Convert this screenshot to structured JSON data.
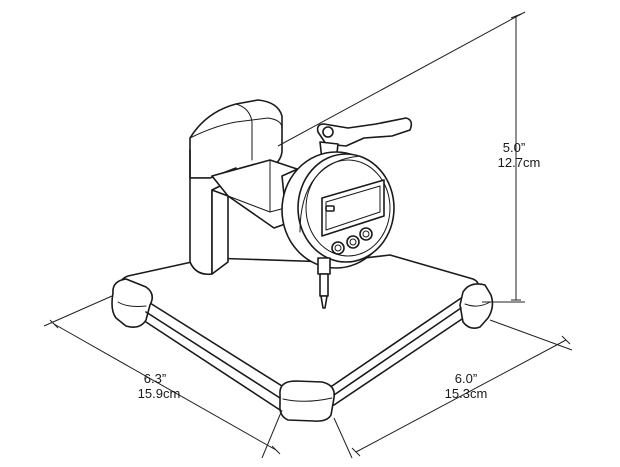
{
  "dimensions": {
    "height": {
      "imperial": "5.0”",
      "metric": "12.7cm"
    },
    "width": {
      "imperial": "6.3”",
      "metric": "15.9cm"
    },
    "depth": {
      "imperial": "6.0”",
      "metric": "15.3cm"
    }
  },
  "colors": {
    "line": "#1a1a1a",
    "background": "#ffffff"
  }
}
